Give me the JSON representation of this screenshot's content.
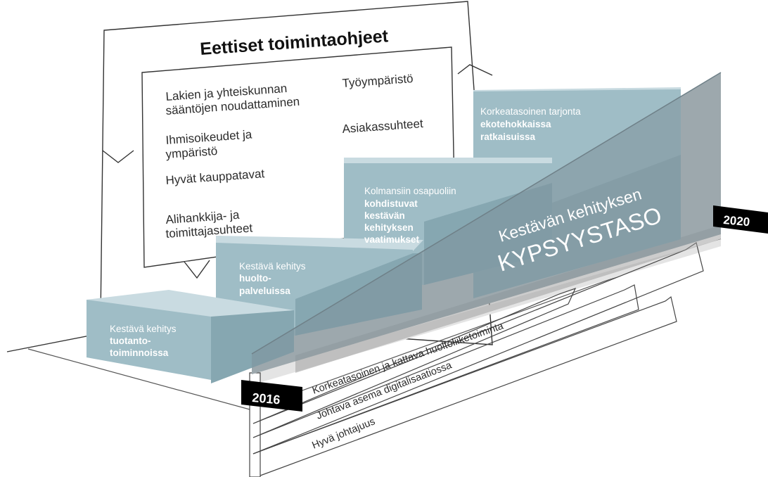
{
  "colors": {
    "box_front": "#9fbdc6",
    "box_top": "#c9dbe1",
    "box_side": "#86a7b1",
    "ramp": "#8c9ea6",
    "ramp_side": "#c4c4c4",
    "year_badge": "#000000",
    "line": "#333333"
  },
  "board": {
    "title": "Eettiset toimintaohjeet",
    "items_left": [
      [
        "Lakien ja yhteiskunnan",
        "sääntöjen noudattaminen"
      ],
      [
        "Ihmisoikeudet ja",
        "ympäristö"
      ],
      [
        "Hyvät kauppatavat"
      ],
      [
        "Alihankkija- ja",
        "toimittajasuhteet"
      ]
    ],
    "items_right": [
      [
        "Työympäristö"
      ],
      [
        "Asiakassuhteet"
      ]
    ]
  },
  "steps": [
    {
      "normal": "Kestävä kehitys",
      "bold": [
        "tuotanto-",
        "toiminnoissa"
      ]
    },
    {
      "normal": "Kestävä kehitys",
      "bold": [
        "huolto-",
        "palveluissa"
      ]
    },
    {
      "normal": "Kolmansiin osapuoliin",
      "bold": [
        "kohdistuvat",
        "kestävän",
        "kehityksen",
        "vaatimukset"
      ]
    },
    {
      "normal": "Korkeatasoinen tarjonta",
      "bold": [
        "ekotehokkaissa",
        "ratkaisuissa"
      ]
    }
  ],
  "maturity": {
    "line1": "Kestävän kehityksen",
    "line2": "KYPSYYSTASO"
  },
  "years": {
    "start": "2016",
    "end": "2020"
  },
  "arrows": [
    "Korkeatasoinen ja kattava huoltoliiketoiminta",
    "Johtava asema digitalisaatiossa",
    "Hyvä johtajuus"
  ]
}
